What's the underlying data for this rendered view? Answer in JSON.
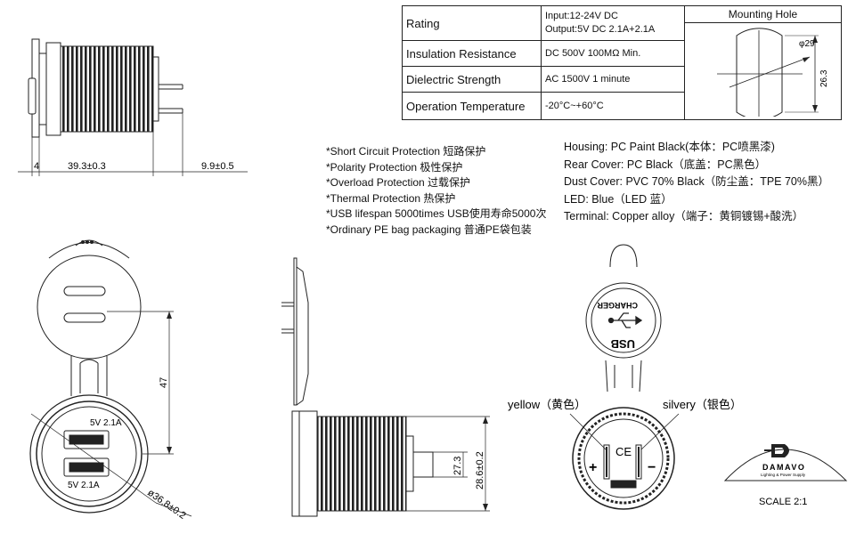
{
  "spec_table": {
    "rows": [
      {
        "label": "Rating",
        "value_lines": [
          "Input:12-24V DC",
          "Output:5V DC 2.1A+2.1A"
        ]
      },
      {
        "label": "Insulation Resistance",
        "value_lines": [
          "DC 500V 100MΩ Min."
        ]
      },
      {
        "label": "Dielectric Strength",
        "value_lines": [
          "AC 1500V 1 minute"
        ]
      },
      {
        "label": "Operation Temperature",
        "value_lines": [
          "-20°C~+60°C"
        ]
      }
    ],
    "mounting_hole": {
      "title": "Mounting Hole",
      "diameter": "φ29",
      "flat": "26.3"
    }
  },
  "features": [
    "*Short Circuit Protection 短路保护",
    "*Polarity Protection 极性保护",
    "*Overload Protection 过载保护",
    "*Thermal Protection 热保护",
    "*USB lifespan 5000times USB使用寿命5000次",
    "*Ordinary PE bag packaging 普通PE袋包装"
  ],
  "materials": [
    "Housing: PC Paint Black(本体：PC喷黑漆)",
    "Rear Cover: PC Black（底盖：PC黑色）",
    "Dust Cover: PVC 70% Black（防尘盖：TPE 70%黑）",
    "LED: Blue（LED 蓝）",
    "Terminal: Copper alloy（端子：黄铜镀锡+酸洗）"
  ],
  "side_view": {
    "dims": [
      "4",
      "39.3±0.3",
      "9.9±0.5"
    ]
  },
  "front_view": {
    "port_labels": [
      "5V 2.1A",
      "5V 2.1A"
    ],
    "height_dim": "47",
    "diameter_dim": "ø36.8±0.2"
  },
  "section_view": {
    "dims": [
      "27.3",
      "28.6±0.2"
    ]
  },
  "rear_view": {
    "cap_text_1": "CHARGER",
    "cap_text_2": "USB",
    "yellow_label": "yellow（黄色）",
    "silver_label": "silvery（银色）",
    "plus": "+",
    "minus": "−",
    "ce": "CE"
  },
  "logo": {
    "brand": "DAMAVO",
    "tagline": "Lighting & Power Supply",
    "scale": "SCALE 2:1"
  }
}
